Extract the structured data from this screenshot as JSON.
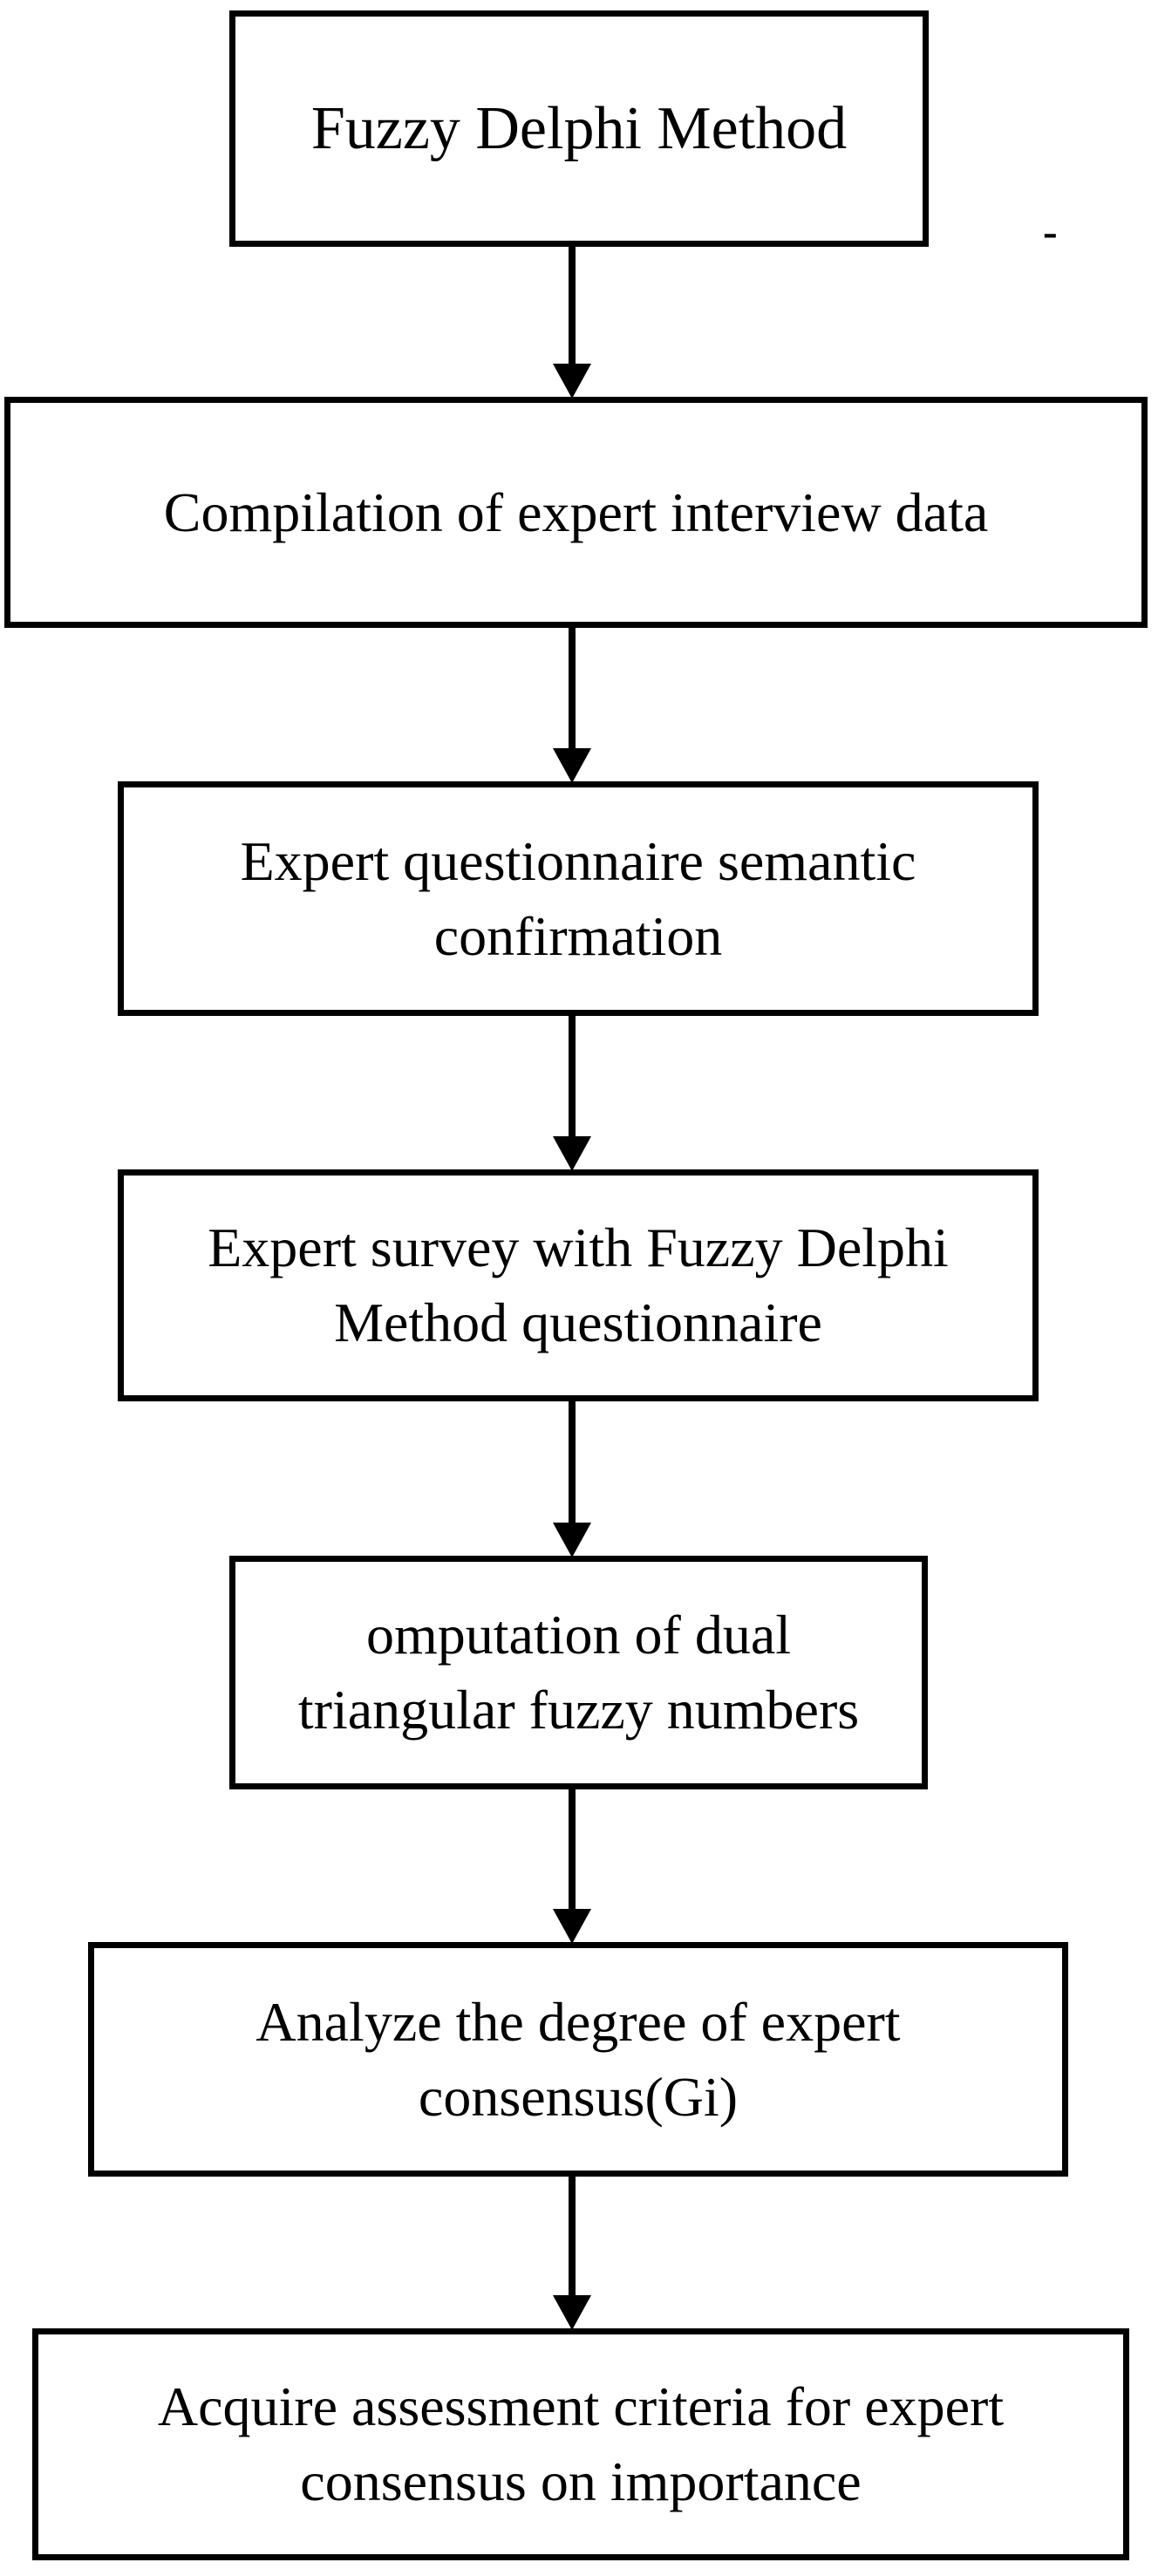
{
  "diagram": {
    "type": "flowchart",
    "colors": {
      "border": "#000000",
      "text": "#000000",
      "background": "#ffffff"
    },
    "stray_mark": "-",
    "nodes": [
      {
        "id": "n1",
        "label": "Fuzzy Delphi Method"
      },
      {
        "id": "n2",
        "label": "Compilation of expert interview data"
      },
      {
        "id": "n3",
        "label": "Expert questionnaire semantic\nconfirmation"
      },
      {
        "id": "n4",
        "label": "Expert survey with Fuzzy Delphi\nMethod questionnaire"
      },
      {
        "id": "n5",
        "label": "omputation of dual\ntriangular fuzzy numbers"
      },
      {
        "id": "n6",
        "label": "Analyze the degree of expert\nconsensus(Gi)"
      },
      {
        "id": "n7",
        "label": "Acquire assessment criteria for expert\nconsensus on importance"
      }
    ],
    "edges": [
      {
        "from": "n1",
        "to": "n2"
      },
      {
        "from": "n2",
        "to": "n3"
      },
      {
        "from": "n3",
        "to": "n4"
      },
      {
        "from": "n4",
        "to": "n5"
      },
      {
        "from": "n5",
        "to": "n6"
      },
      {
        "from": "n6",
        "to": "n7"
      }
    ]
  }
}
